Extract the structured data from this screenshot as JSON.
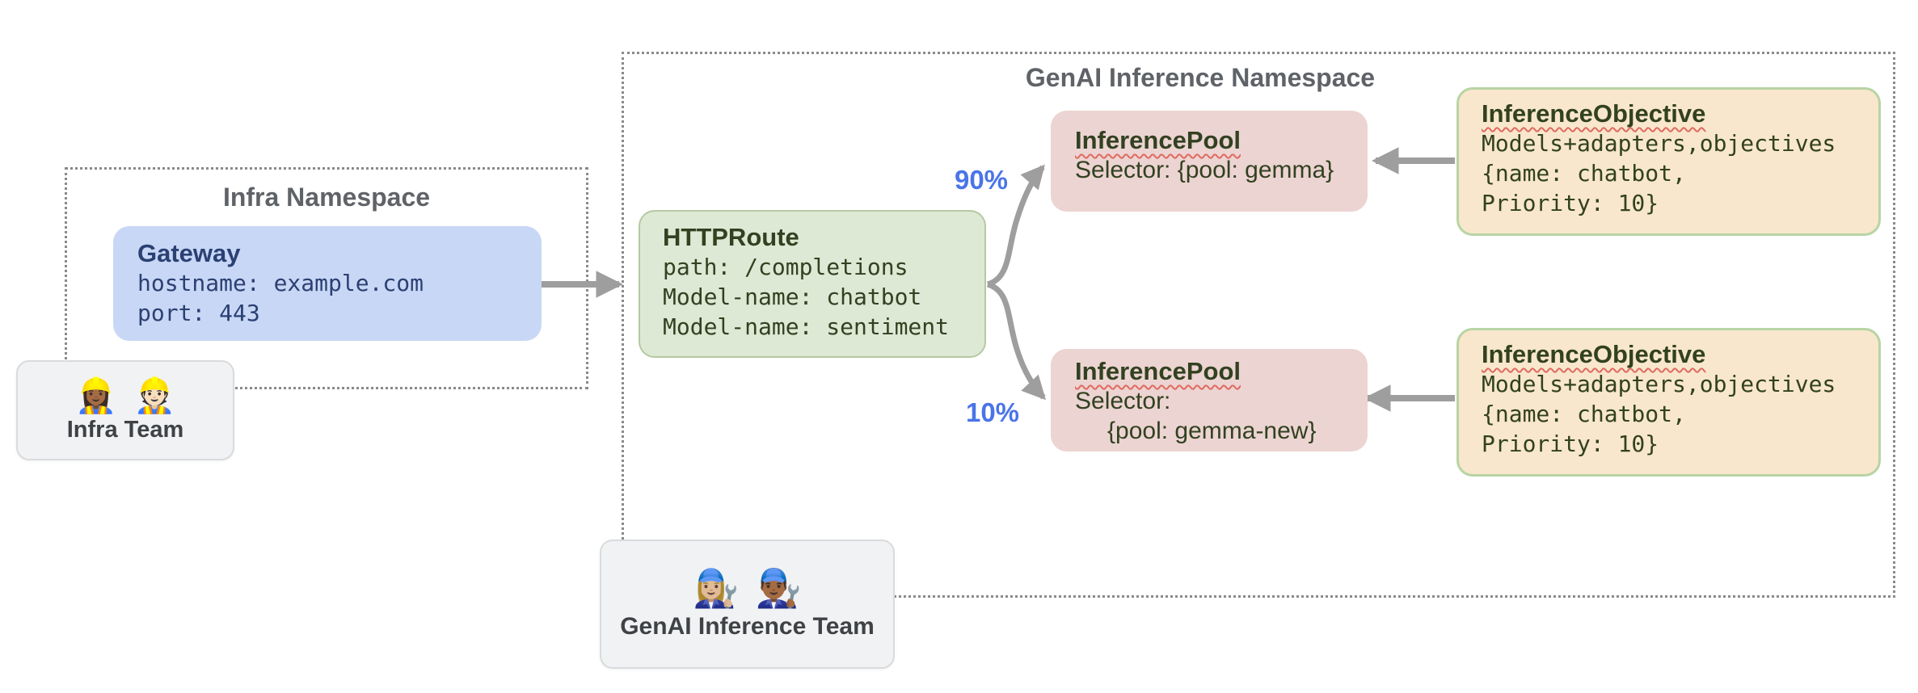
{
  "infra": {
    "namespace_title": "Infra Namespace",
    "gateway": {
      "title": "Gateway",
      "lines": [
        "hostname: example.com",
        "port: 443"
      ]
    },
    "team": {
      "label": "Infra Team",
      "emoji_1": "👷🏾‍♀️",
      "emoji_2": "👷🏻"
    }
  },
  "genai": {
    "namespace_title": "GenAI Inference Namespace",
    "httproute": {
      "title": "HTTPRoute",
      "lines": [
        "path: /completions",
        "Model-name: chatbot",
        "Model-name: sentiment"
      ]
    },
    "pool_gemma": {
      "title": "InferencePool",
      "lines": [
        "Selector: {pool: gemma}"
      ]
    },
    "pool_gemma_new": {
      "title": "InferencePool",
      "lines": [
        "Selector:",
        "{pool: gemma-new}"
      ]
    },
    "objective_1": {
      "title": "InferenceObjective",
      "lines": [
        "Models+adapters,objectives",
        "{name: chatbot,",
        "Priority: 10}"
      ]
    },
    "objective_2": {
      "title": "InferenceObjective",
      "lines": [
        "Models+adapters,objectives",
        "{name: chatbot,",
        "Priority: 10}"
      ]
    },
    "split": {
      "to_gemma": "90%",
      "to_gemma_new": "10%"
    },
    "team": {
      "label": "GenAI Inference Team",
      "emoji_1": "👩🏼‍🔧",
      "emoji_2": "👨🏾‍🔧"
    }
  },
  "colors": {
    "gateway_fill": "#c8d7f5",
    "gateway_text": "#2b4073",
    "httproute_fill": "#dde9d5",
    "green_border": "#b5c9a2",
    "pool_fill": "#ecd4d2",
    "objective_fill": "#f8e7cc",
    "objective_border": "#b8d4a4",
    "diagram_text_green": "#324120",
    "team_fill": "#f1f2f3",
    "namespace_title_gray": "#5f6368",
    "arrow_gray": "#9e9e9e",
    "percent_blue": "#4a74e8",
    "squiggle_red": "#e06a5f"
  }
}
